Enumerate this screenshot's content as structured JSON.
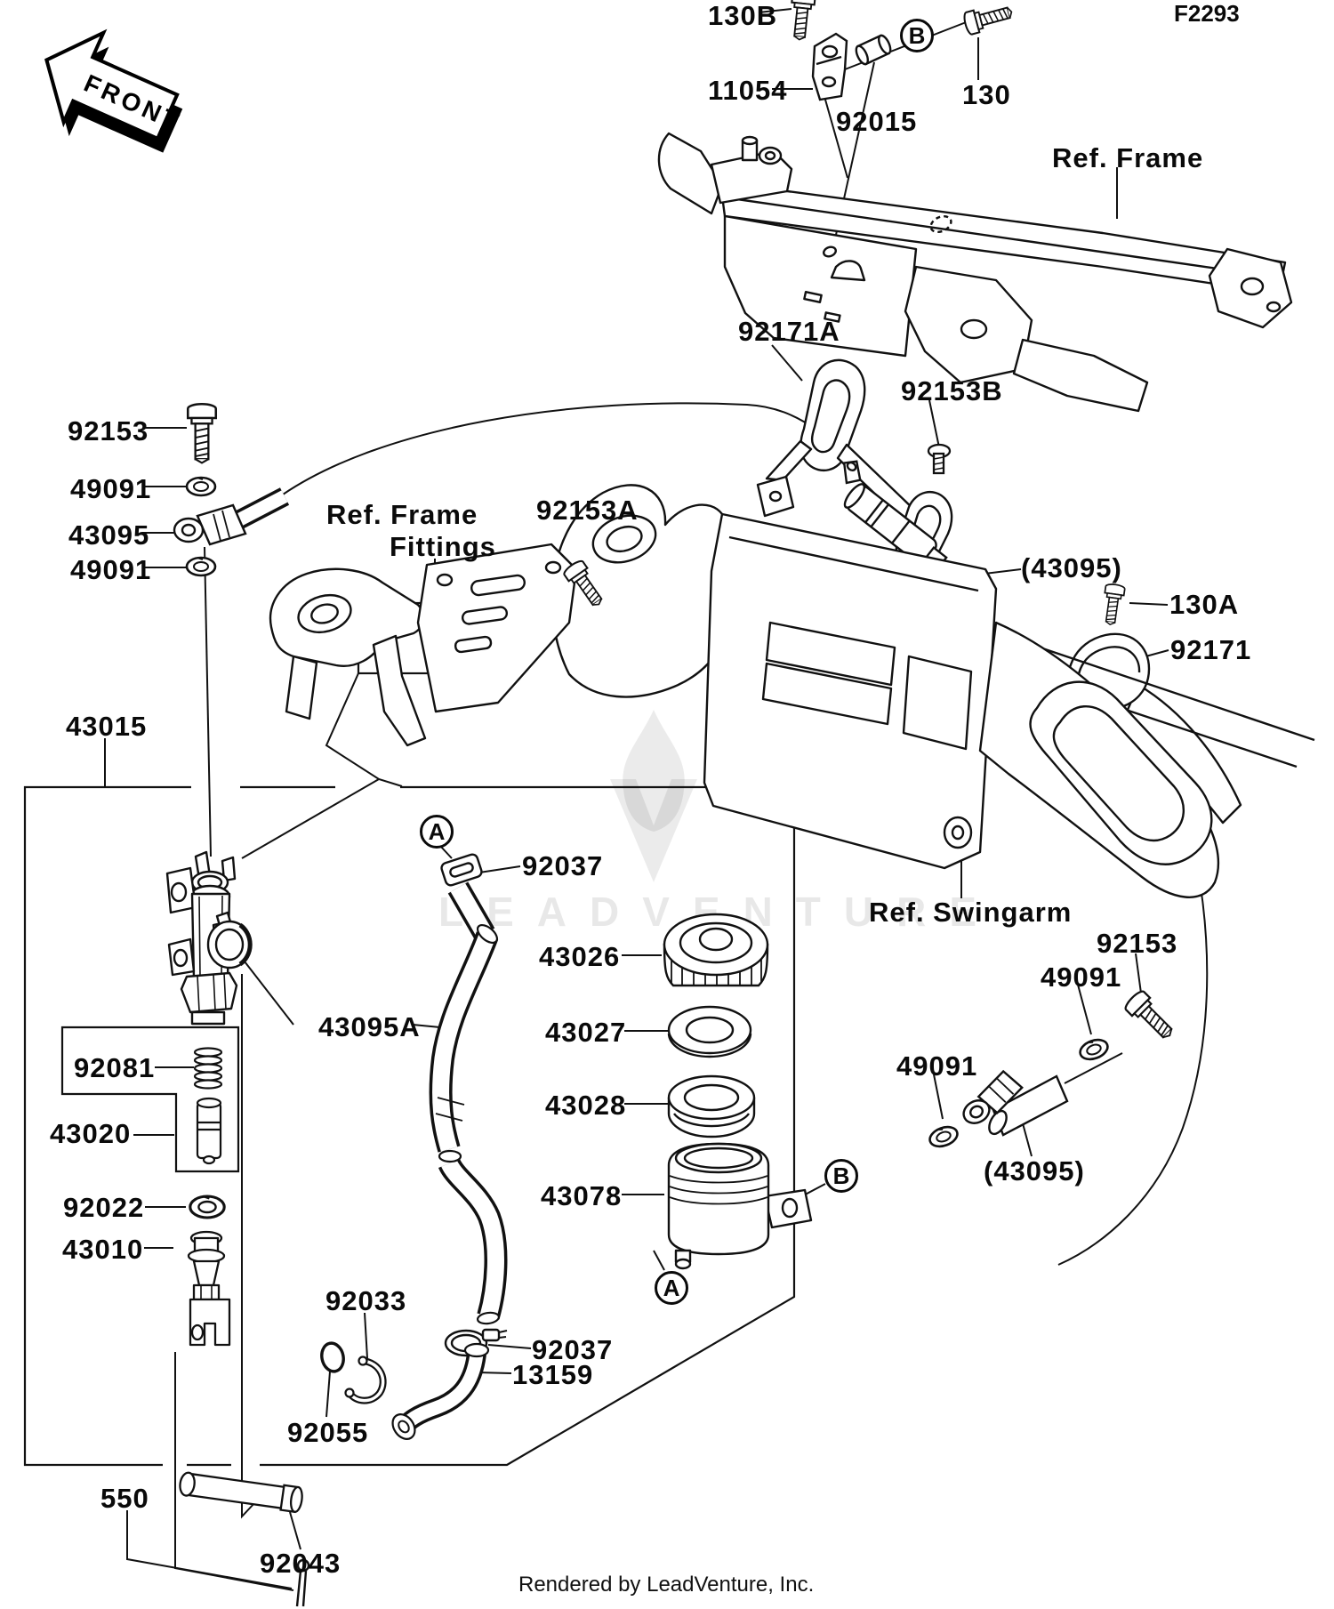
{
  "figure": {
    "code": "F2293",
    "front_marker": "FRONT",
    "watermark": "LEADVENTURE",
    "footer": "Rendered by LeadVenture, Inc."
  },
  "refs": {
    "frame": "Ref. Frame",
    "fittings_line1": "Ref. Frame",
    "fittings_line2": "Fittings",
    "swingarm": "Ref. Swingarm"
  },
  "markers": {
    "a": "A",
    "b": "B"
  },
  "parts": {
    "bolt_130b": "130B",
    "bracket_11054": "11054",
    "spacer_92015": "92015",
    "bolt_130": "130",
    "guard_92171a": "92171A",
    "screw_92153b": "92153B",
    "bolt_92153_left": "92153",
    "washer_49091_left_upper": "49091",
    "joint_43095_left": "43095",
    "washer_49091_left_lower": "49091",
    "screw_92153a": "92153A",
    "tank_43095_top": "(43095)",
    "bolt_130a": "130A",
    "clamp_92171": "92171",
    "master_cylinder_43015": "43015",
    "clamp_92037_top": "92037",
    "cap_43026": "43026",
    "bolt_92153_right": "92153",
    "washer_49091_right_upper": "49091",
    "hose_43095a": "43095A",
    "plate_43027": "43027",
    "spring_92081": "92081",
    "washer_49091_right_lower": "49091",
    "diaphragm_43028": "43028",
    "piston_43020": "43020",
    "joint_43095_bottom": "(43095)",
    "reservoir_43078": "43078",
    "washer_92022": "92022",
    "rod_43010": "43010",
    "circlip_92033": "92033",
    "clamp_92037_bottom": "92037",
    "pipe_13159": "13159",
    "oring_92055": "92055",
    "pin_550": "550",
    "bolt_92043": "92043"
  }
}
